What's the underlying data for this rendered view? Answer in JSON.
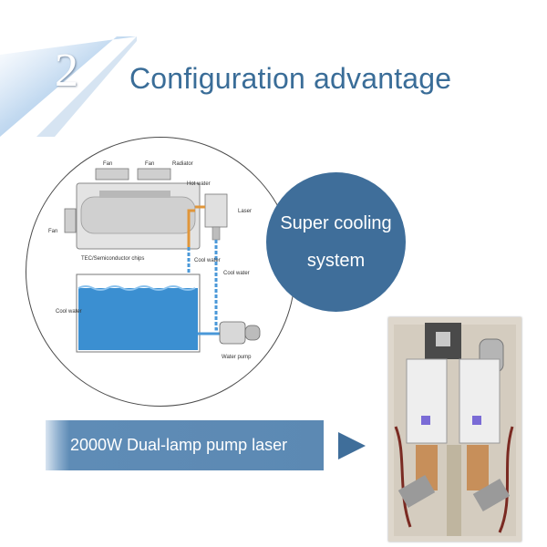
{
  "header": {
    "section_number": "2",
    "title": "Configuration advantage"
  },
  "diagram": {
    "labels": {
      "fan_top_left": "Fan",
      "fan_top_right": "Fan",
      "radiator": "Radiator",
      "hot_water": "Hot water",
      "laser": "Laser",
      "fan_side": "Fan",
      "tec_chips": "TEC/Semiconductor chips",
      "cool_water_pipe_1": "Cool water",
      "cool_water_pipe_2": "Cool water",
      "cool_water_tank": "Cool water",
      "water_pump": "Water pump"
    },
    "colors": {
      "water": "#3b8fd1",
      "hot_pipe": "#e0963a",
      "cool_pipe": "#4a98d8"
    }
  },
  "badge": {
    "line1": "Super cooling",
    "line2": "system"
  },
  "banner": {
    "label": "2000W Dual-lamp pump laser"
  },
  "colors": {
    "accent": "#3f6e9a",
    "title": "#3a6d98",
    "corner_gradient": "#6d9ed0"
  }
}
